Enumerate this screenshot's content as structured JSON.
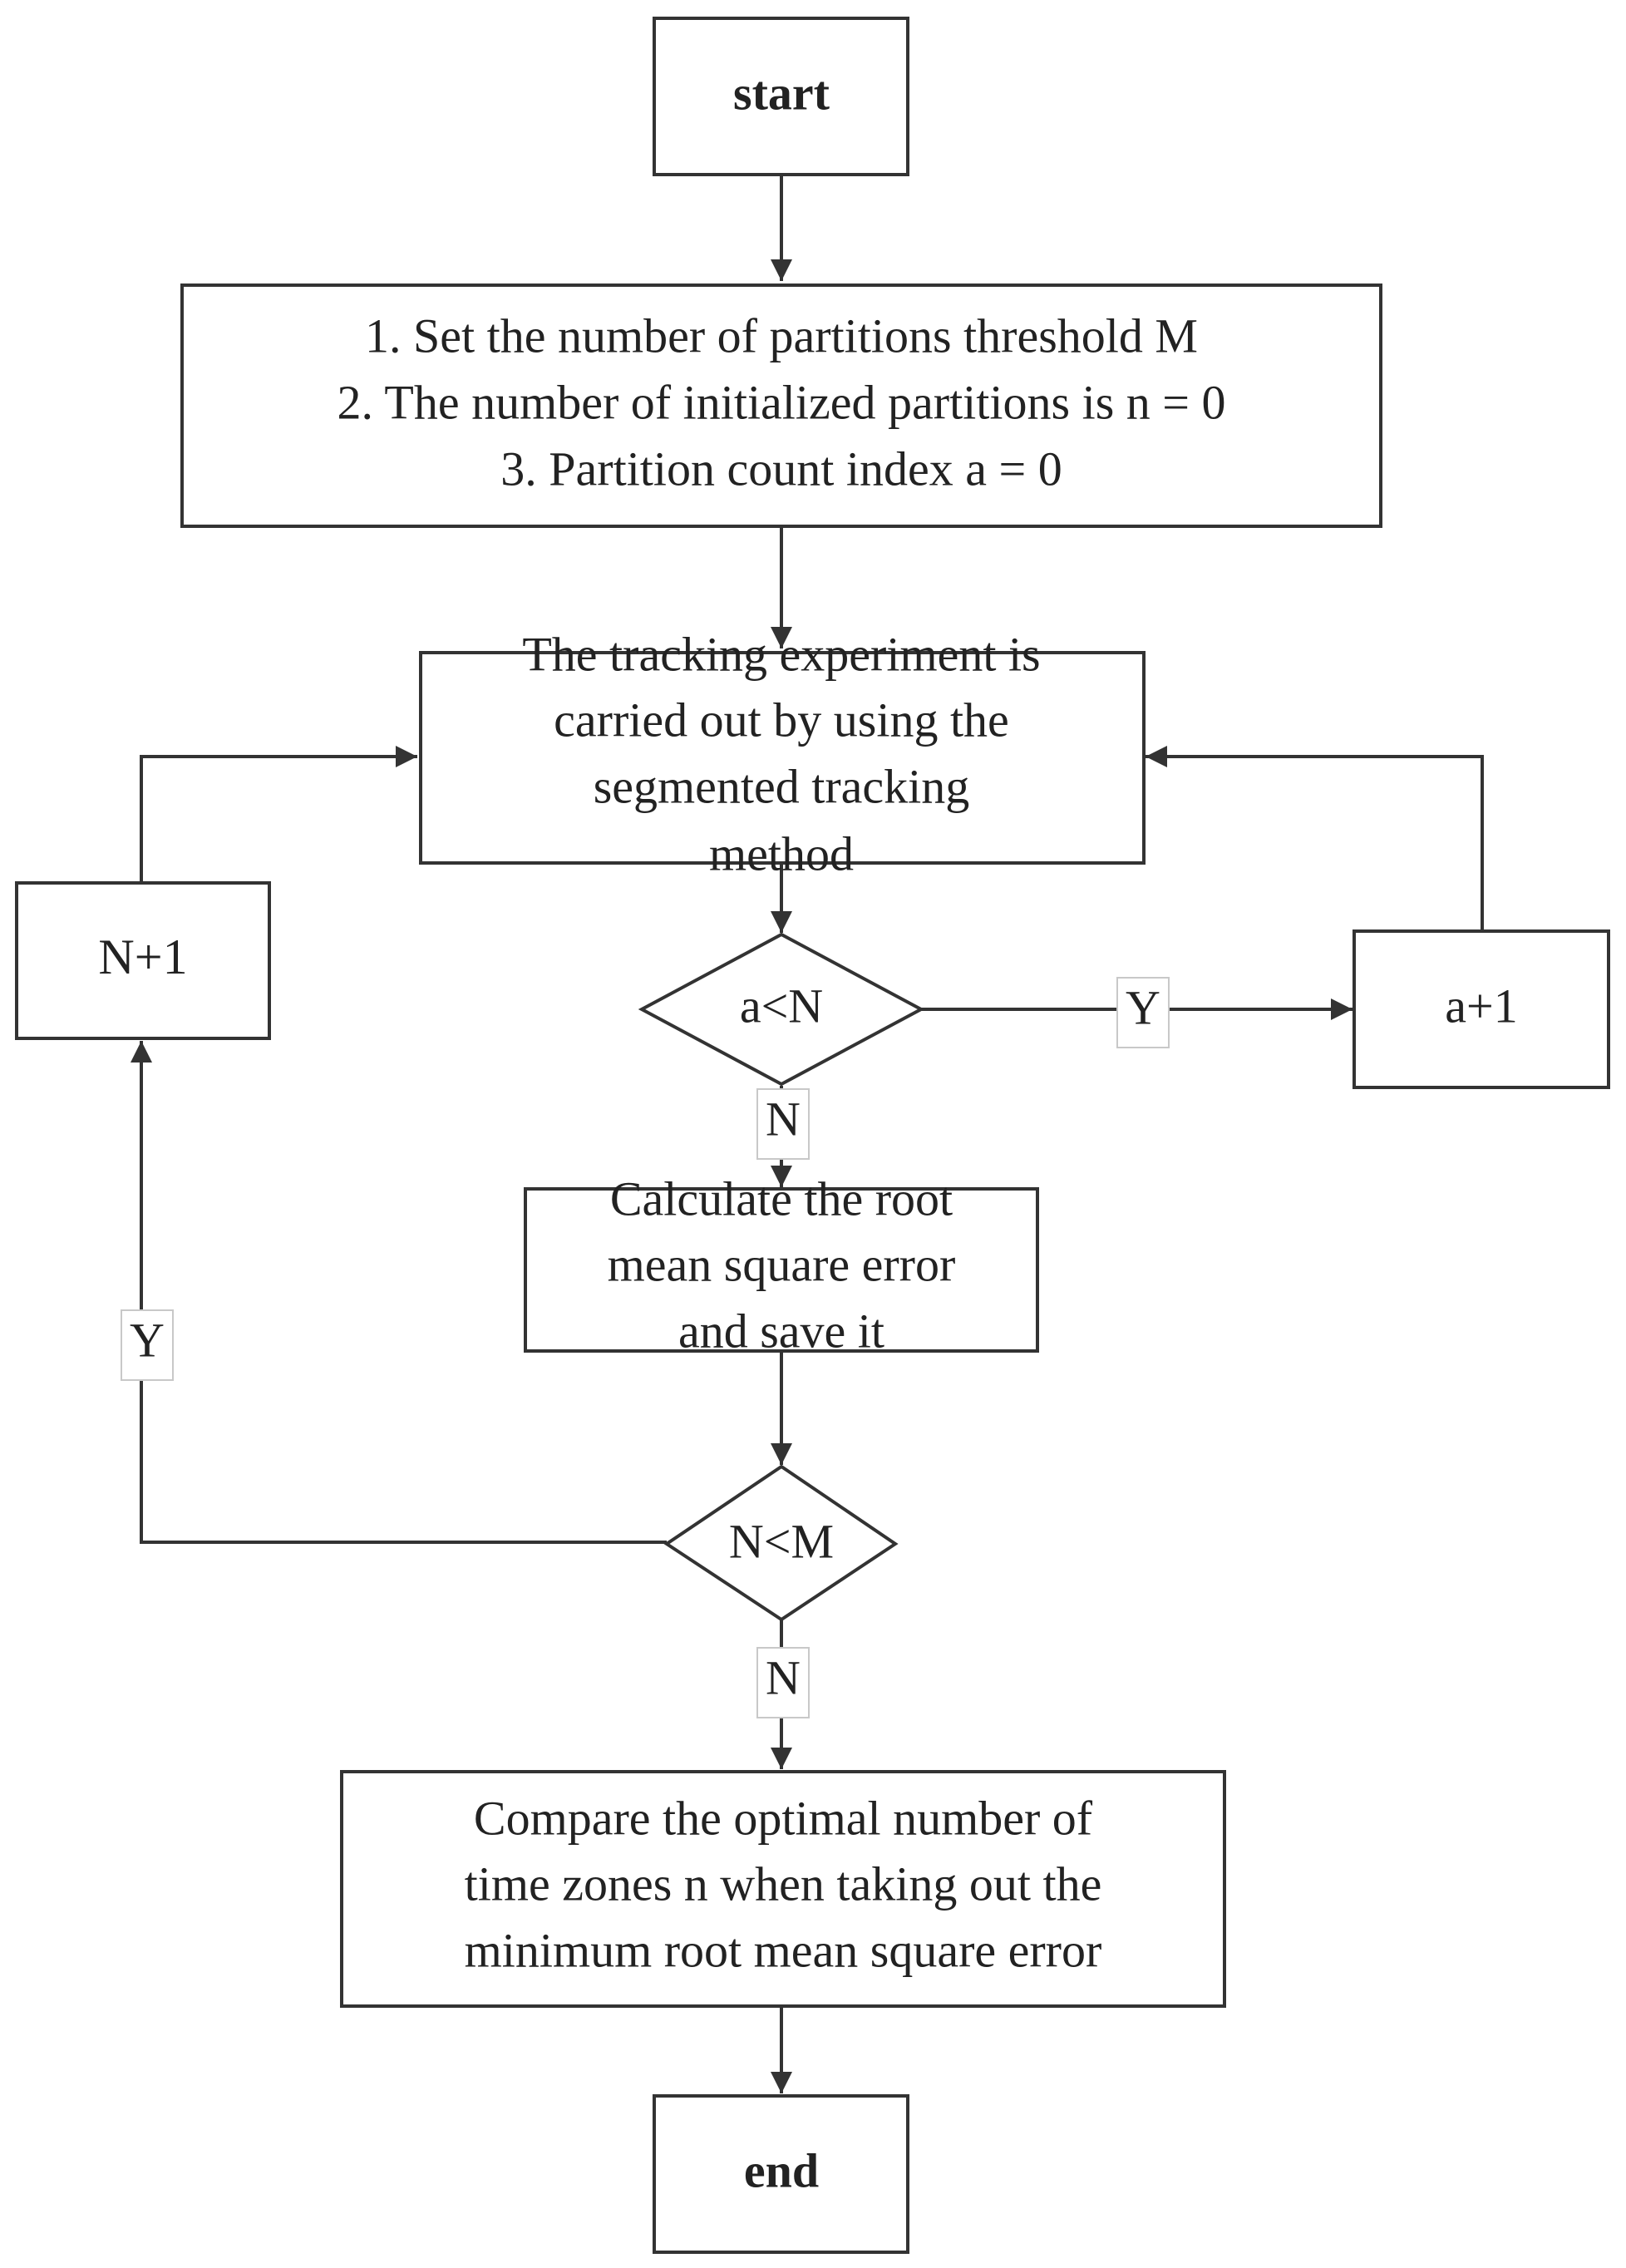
{
  "nodes": {
    "start": "start",
    "init": {
      "line1": "1. Set the number of partitions threshold M",
      "line2": "2. The number of initialized partitions is n = 0",
      "line3": "3. Partition count index a = 0"
    },
    "track": {
      "line1": "The tracking experiment is",
      "line2": "carried out by using the",
      "line3": "segmented tracking",
      "line4": "method"
    },
    "n_plus_1": "N+1",
    "decision_a": "a<N",
    "a_plus_1": "a+1",
    "rmse": {
      "line1": "Calculate the root",
      "line2": "mean square error",
      "line3": "and save it"
    },
    "decision_n": "N<M",
    "compare": {
      "line1": "Compare the optimal number of",
      "line2": "time zones n when taking out the",
      "line3": "minimum root mean square error"
    },
    "end": "end"
  },
  "edge_labels": {
    "a_yes": "Y",
    "a_no": "N",
    "n_yes": "Y",
    "n_no": "N"
  },
  "colors": {
    "stroke": "#333333",
    "text": "#222222",
    "label_border": "#c8c8c8"
  }
}
